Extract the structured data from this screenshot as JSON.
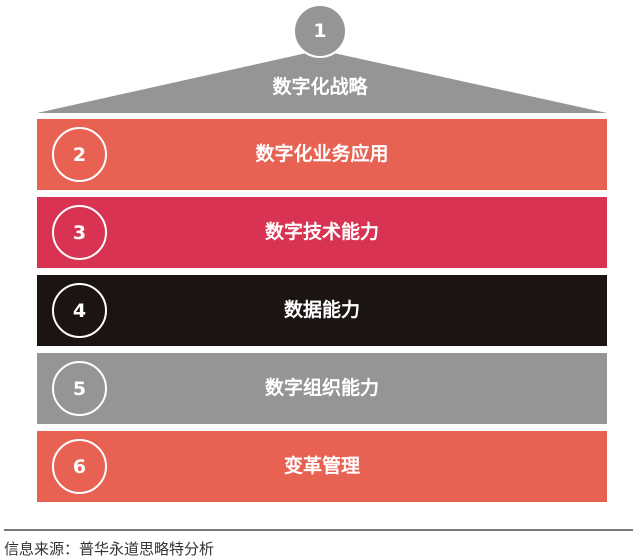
{
  "roof": {
    "number": "1",
    "label": "数字化战略",
    "color": "#959595"
  },
  "layers": [
    {
      "number": "2",
      "label": "数字化业务应用",
      "color": "#e86254"
    },
    {
      "number": "3",
      "label": "数字技术能力",
      "color": "#d83352"
    },
    {
      "number": "4",
      "label": "数据能力",
      "color": "#1c1413"
    },
    {
      "number": "5",
      "label": "数字组织能力",
      "color": "#959595"
    },
    {
      "number": "6",
      "label": "变革管理",
      "color": "#e86254"
    }
  ],
  "source": "信息来源：普华永道思略特分析"
}
